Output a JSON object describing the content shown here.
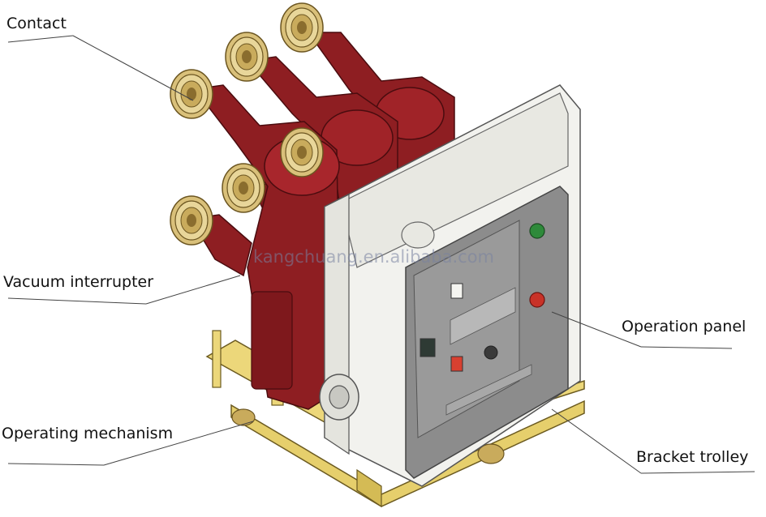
{
  "labels": {
    "contact": "Contact",
    "vacuum_interrupter": "Vacuum interrupter",
    "operating_mechanism": "Operating mechanism",
    "operation_panel": "Operation panel",
    "bracket_trolley": "Bracket trolley"
  },
  "watermark": "kangchuang.en.alibaba.com",
  "colors": {
    "insulator": "#8e1e22",
    "insulator_dark": "#6e1418",
    "contact_gold": "#d9c07a",
    "frame": "#f2f2ee",
    "panel": "#8c8c8c",
    "trolley": "#ecd77a"
  }
}
